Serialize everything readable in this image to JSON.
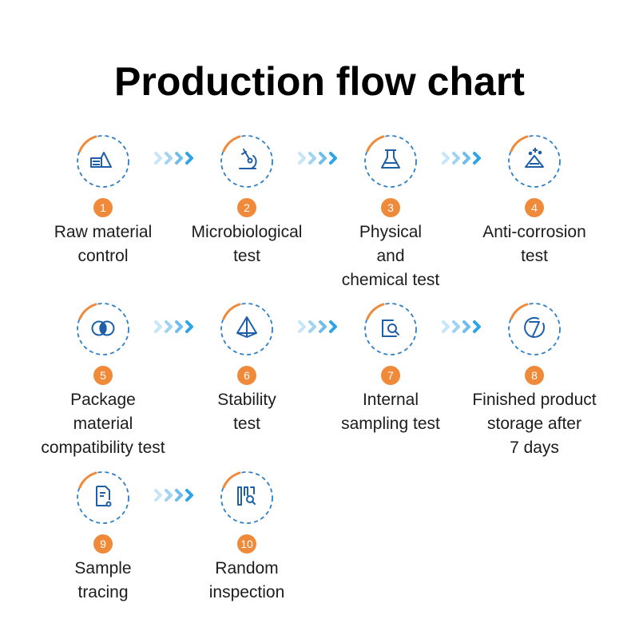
{
  "title": "Production flow chart",
  "colors": {
    "accent_blue": "#2e7fc6",
    "accent_orange": "#ef8a3a",
    "arrow_light": "#b8dcf5",
    "arrow_dark": "#2ea3e6"
  },
  "steps": [
    {
      "number": "1",
      "label_lines": [
        "Raw material",
        "control"
      ],
      "icon": "raw-material-icon"
    },
    {
      "number": "2",
      "label_lines": [
        "Microbiological",
        "test"
      ],
      "icon": "microscope-icon"
    },
    {
      "number": "3",
      "label_lines": [
        "Physical",
        "and",
        "chemical test"
      ],
      "icon": "flask-icon"
    },
    {
      "number": "4",
      "label_lines": [
        "Anti-corrosion",
        "test"
      ],
      "icon": "anti-corrosion-icon"
    },
    {
      "number": "5",
      "label_lines": [
        "Package",
        "material",
        "compatibility test"
      ],
      "icon": "overlapping-circles-icon"
    },
    {
      "number": "6",
      "label_lines": [
        "Stability",
        "test"
      ],
      "icon": "pyramid-icon"
    },
    {
      "number": "7",
      "label_lines": [
        "Internal",
        "sampling test"
      ],
      "icon": "sampling-search-icon"
    },
    {
      "number": "8",
      "label_lines": [
        "Finished product",
        "storage after",
        "7 days"
      ],
      "icon": "seven-days-icon"
    },
    {
      "number": "9",
      "label_lines": [
        "Sample",
        "tracing"
      ],
      "icon": "document-trace-icon"
    },
    {
      "number": "10",
      "label_lines": [
        "Random",
        "inspection"
      ],
      "icon": "inspection-icon"
    }
  ]
}
